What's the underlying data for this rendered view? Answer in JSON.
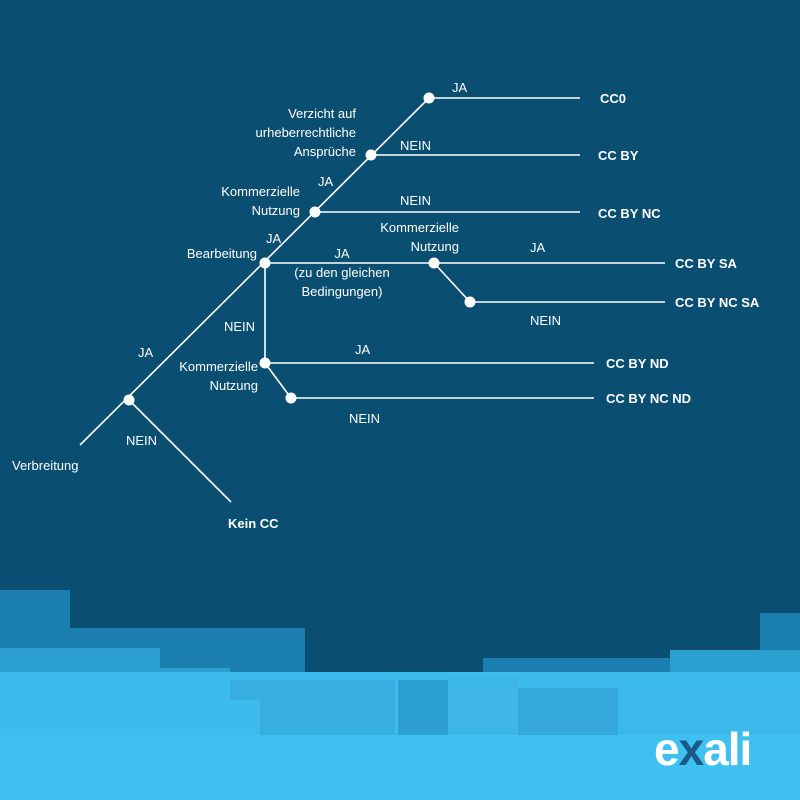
{
  "colors": {
    "background": "#0a4e72",
    "skyline_light": "#3dbbec",
    "skyline_mid": "#2a9fd0",
    "skyline_dark": "#1b7fb0",
    "logo_text": "#ffffff",
    "logo_x": "#1a5a86"
  },
  "diagram": {
    "start": "Verbreitung",
    "decisions": {
      "bearbeitung": "Bearbeitung",
      "kommerziell_top": [
        "Kommerzielle",
        "Nutzung"
      ],
      "verzicht": [
        "Verzicht auf",
        "urheberrechtliche",
        "Ansprüche"
      ],
      "kommerziell_sa": [
        "Kommerzielle",
        "Nutzung"
      ],
      "kommerziell_nd": [
        "Kommerzielle",
        "Nutzung"
      ]
    },
    "edge_labels": {
      "ja": "JA",
      "nein": "NEIN",
      "ja_same_terms": [
        "JA",
        "(zu den gleichen",
        "Bedingungen)"
      ]
    },
    "results": {
      "cc0": "CC0",
      "cc_by": "CC BY",
      "cc_by_nc": "CC BY NC",
      "cc_by_sa": "CC BY SA",
      "cc_by_nc_sa": "CC BY NC SA",
      "cc_by_nd": "CC BY ND",
      "cc_by_nc_nd": "CC BY NC ND",
      "kein_cc": "Kein CC"
    }
  },
  "logo": {
    "part1": "e",
    "part2": "x",
    "part3": "ali"
  }
}
